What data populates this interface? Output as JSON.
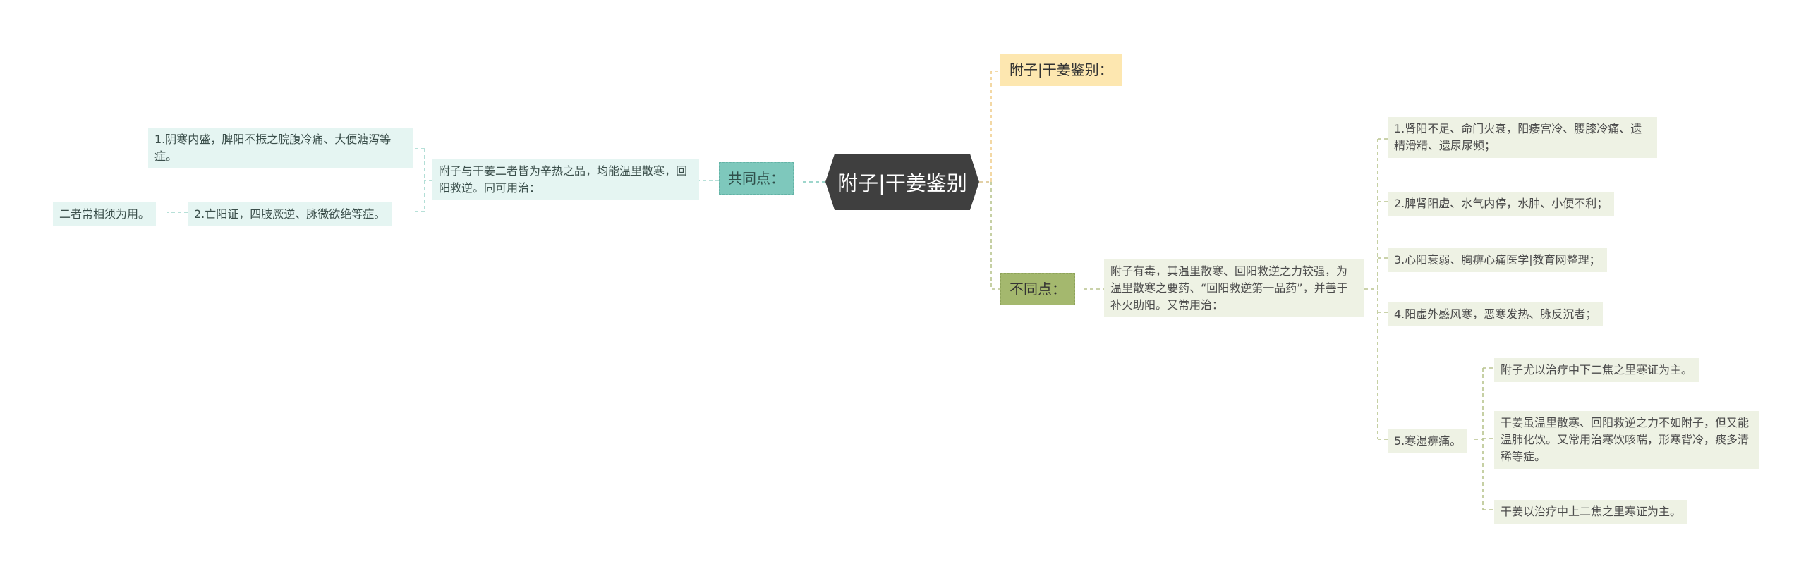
{
  "root": {
    "label": "附子|干姜鉴别"
  },
  "branches": {
    "title_node": {
      "label": "附子|干姜鉴别："
    },
    "common": {
      "label": "共同点：",
      "desc": "附子与干姜二者皆为辛热之品，均能温里散寒，回阳救逆。同可用治：",
      "items": [
        "1.阴寒内盛，脾阳不振之脘腹冷痛、大便溏泻等症。",
        "2.亡阳证，四肢厥逆、脉微欲绝等症。"
      ],
      "note": "二者常相须为用。"
    },
    "different": {
      "label": "不同点：",
      "desc": "附子有毒，其温里散寒、回阳救逆之力较强，为温里散寒之要药、“回阳救逆第一品药”，并善于补火助阳。又常用治：",
      "items": [
        "1.肾阳不足、命门火衰，阳痿宫冷、腰膝冷痛、遗精滑精、遗尿尿频；",
        "2.脾肾阳虚、水气内停，水肿、小便不利；",
        "3.心阳衰弱、胸痹心痛医学|教育网整理；",
        "4.阳虚外感风寒，恶寒发热、脉反沉者；",
        "5.寒湿痹痛。"
      ],
      "sub_items": [
        "附子尤以治疗中下二焦之里寒证为主。",
        "干姜虽温里散寒、回阳救逆之力不如附子，但又能温肺化饮。又常用治寒饮咳喘，形寒背冷，痰多清稀等症。",
        "干姜以治疗中上二焦之里寒证为主。"
      ]
    }
  },
  "colors": {
    "root": "#3f3f3f",
    "teal_main": "#7ec8bc",
    "teal_light": "#e5f5f2",
    "green_main": "#a4b86e",
    "sage_light": "#eef2e4",
    "yellow": "#fde7b0"
  }
}
